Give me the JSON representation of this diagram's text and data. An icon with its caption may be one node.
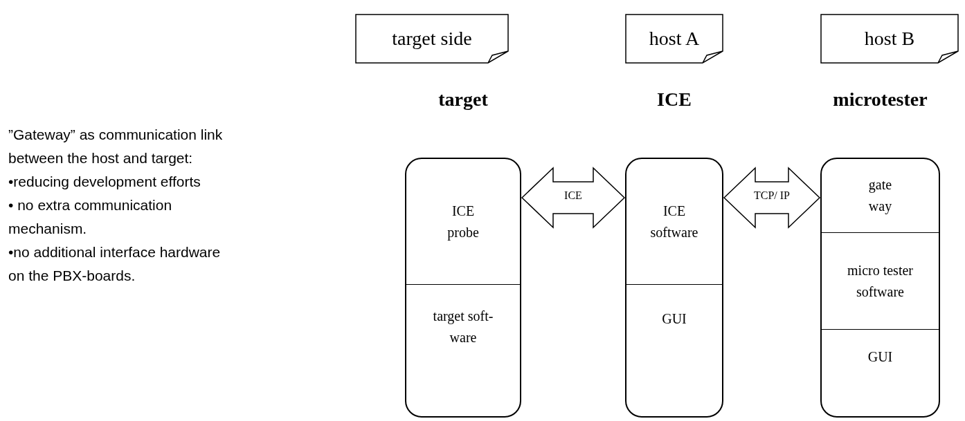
{
  "diagram": {
    "nodes": [
      {
        "text": [
          "target side"
        ]
      },
      {
        "text": [
          "host A"
        ]
      },
      {
        "text": [
          "host B"
        ]
      },
      {
        "text": [
          "target"
        ]
      },
      {
        "text": [
          "ICE probe"
        ],
        "in": 3
      },
      {
        "text": [
          "target soft-ware"
        ],
        "in": 3
      },
      {
        "text": [
          "ICE"
        ]
      },
      {
        "text": [
          "ICE software"
        ],
        "in": 6
      },
      {
        "text": [
          "GUI"
        ],
        "in": 6
      },
      {
        "text": [
          "microtester"
        ]
      },
      {
        "text": [
          "gate way"
        ],
        "in": 9
      },
      {
        "text": [
          "micro tester software"
        ],
        "in": 9
      },
      {
        "text": [
          "GUI"
        ],
        "in": 9
      }
    ],
    "edges": [
      {
        "from": 4,
        "to": 7,
        "arrow": "both",
        "label": "ICE"
      },
      {
        "from": 7,
        "to": 10,
        "arrow": "both",
        "label": "TCP/ IP"
      }
    ],
    "labels": [
      "”Gateway” as communication link between the host and target:",
      "•reducing development efforts",
      "• no extra communication mechanism.",
      "•no additional interface hardware on the PBX-boards."
    ]
  }
}
